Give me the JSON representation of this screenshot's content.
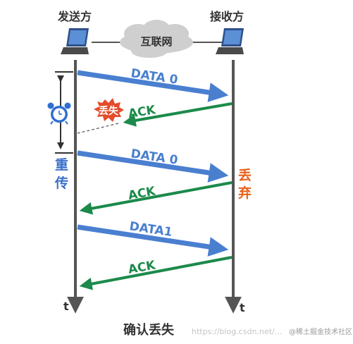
{
  "labels": {
    "sender": "发送方",
    "receiver": "接收方",
    "network": "互联网",
    "retransmit_1": "重",
    "retransmit_2": "传",
    "lost": "丢失",
    "discard_1": "丢",
    "discard_2": "弃",
    "time_left": "t",
    "time_right": "t",
    "caption": "确认丢失",
    "watermark": "https://blog.csdn.net/...",
    "watermark_brand": "@稀土掘金技术社区"
  },
  "messages": [
    {
      "label": "DATA 0",
      "kind": "data"
    },
    {
      "label": "ACK",
      "kind": "ack-lost"
    },
    {
      "label": "DATA 0",
      "kind": "data"
    },
    {
      "label": "ACK",
      "kind": "ack"
    },
    {
      "label": "DATA1",
      "kind": "data"
    },
    {
      "label": "ACK",
      "kind": "ack"
    }
  ],
  "colors": {
    "data_arrow": "#4a7fd0",
    "ack_arrow": "#1b8a4a",
    "lost_badge": "#e34b2b",
    "discard_text": "#e8611a",
    "retransmit_text": "#3b6fc9",
    "timeline": "#555555",
    "cloud": "#cccccc"
  },
  "icons": [
    "laptop-icon",
    "cloud-icon",
    "alarm-clock-icon",
    "burst-icon"
  ]
}
